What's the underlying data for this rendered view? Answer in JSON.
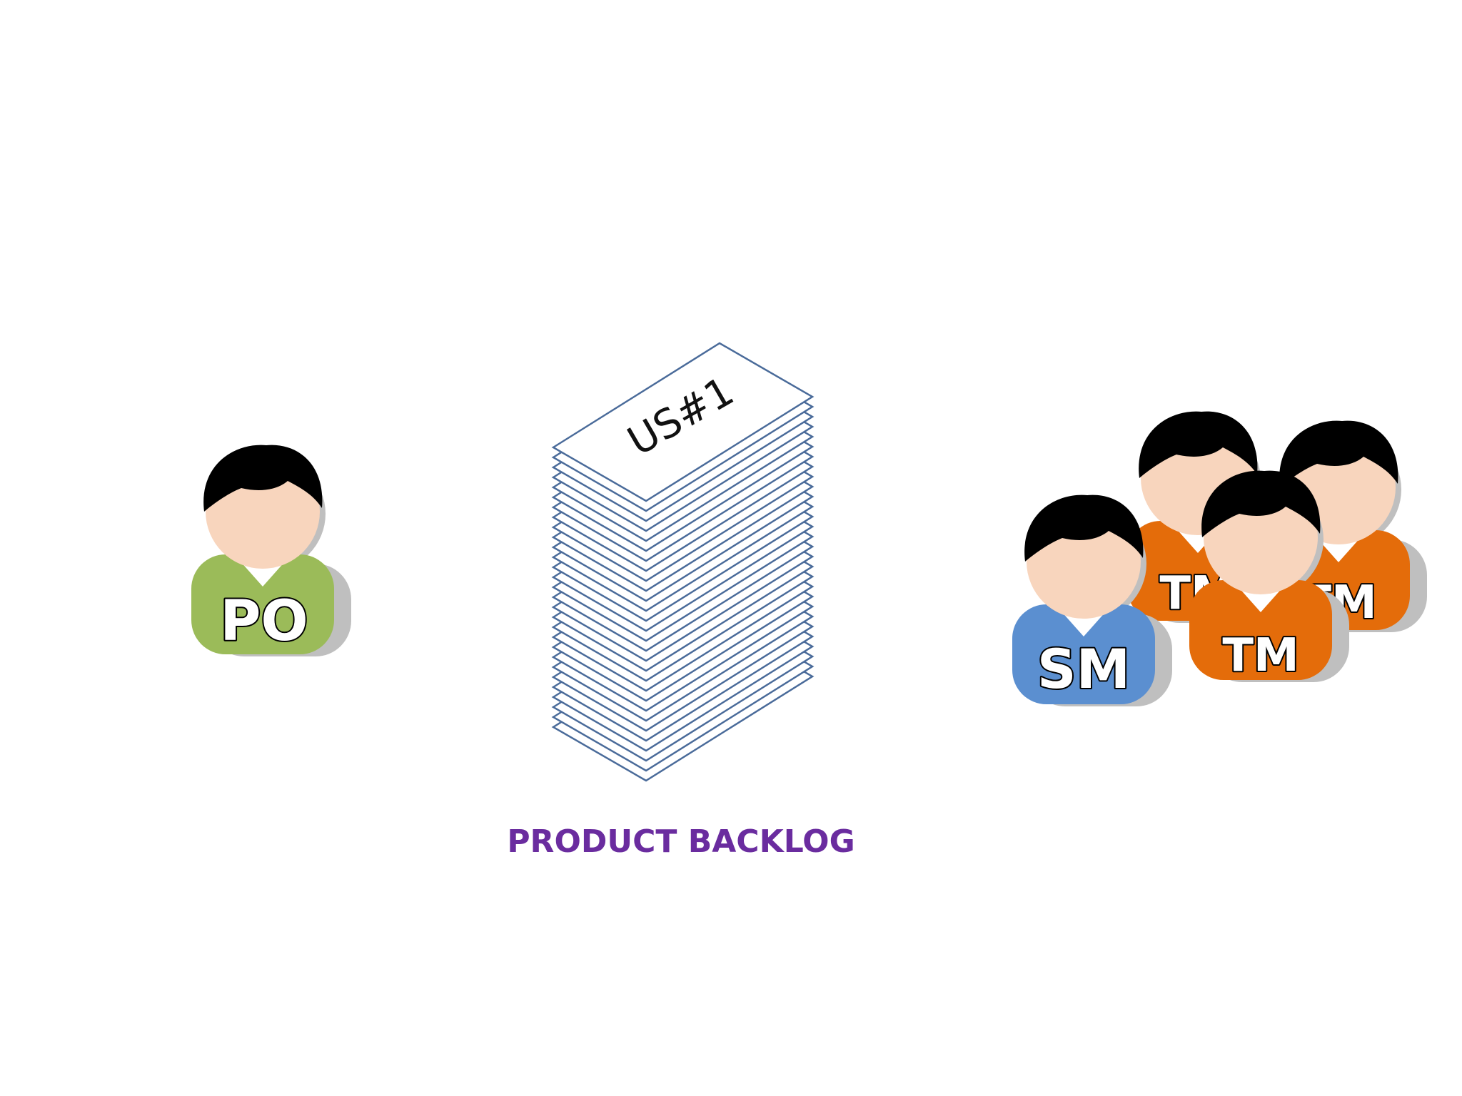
{
  "colors": {
    "background": "#ffffff",
    "po_shirt": "#9bbb59",
    "sm_shirt": "#5b8fd0",
    "tm_shirt": "#e46c0a",
    "skin": "#f8d5bd",
    "hair": "#000000",
    "shadow": "#bfbfbf",
    "paper_stroke": "#4a6b9a",
    "backlog_title": "#6a2c9f"
  },
  "people": {
    "po": {
      "label": "PO",
      "icon": "person-icon"
    },
    "sm": {
      "label": "SM",
      "icon": "person-icon"
    },
    "tm_back_left": {
      "label": "TM",
      "icon": "person-icon"
    },
    "tm_back_right": {
      "label": "TM",
      "icon": "person-icon"
    },
    "tm_front": {
      "label": "TM",
      "icon": "person-icon"
    }
  },
  "backlog": {
    "top_card_label": "US#1",
    "title": "PRODUCT BACKLOG",
    "icon": "paper-stack-icon"
  }
}
